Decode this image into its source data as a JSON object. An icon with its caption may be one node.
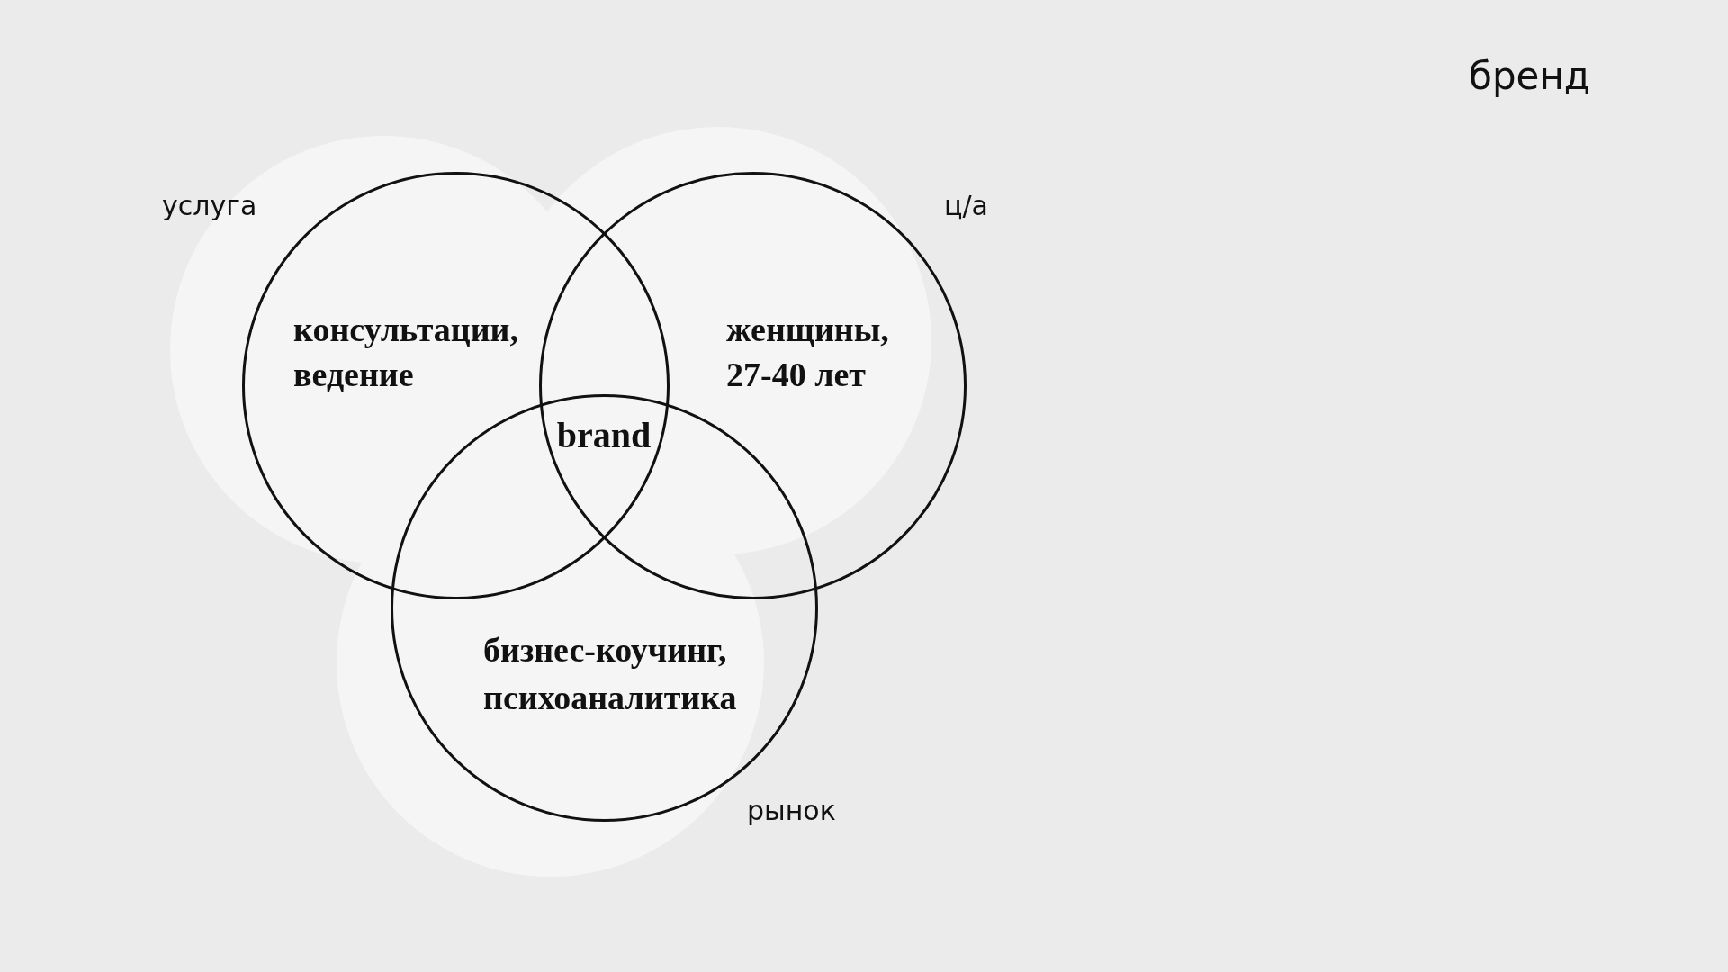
{
  "diagram": {
    "title": "бренд",
    "nodes": [
      {
        "text": [
          "услуга",
          "консультации, ведение"
        ]
      },
      {
        "text": [
          "ц/а",
          "женщины, 27-40 лет"
        ]
      },
      {
        "text": [
          "бизнес-коучинг, психоаналитика",
          "рынок"
        ]
      }
    ],
    "labels": [
      "brand"
    ]
  }
}
